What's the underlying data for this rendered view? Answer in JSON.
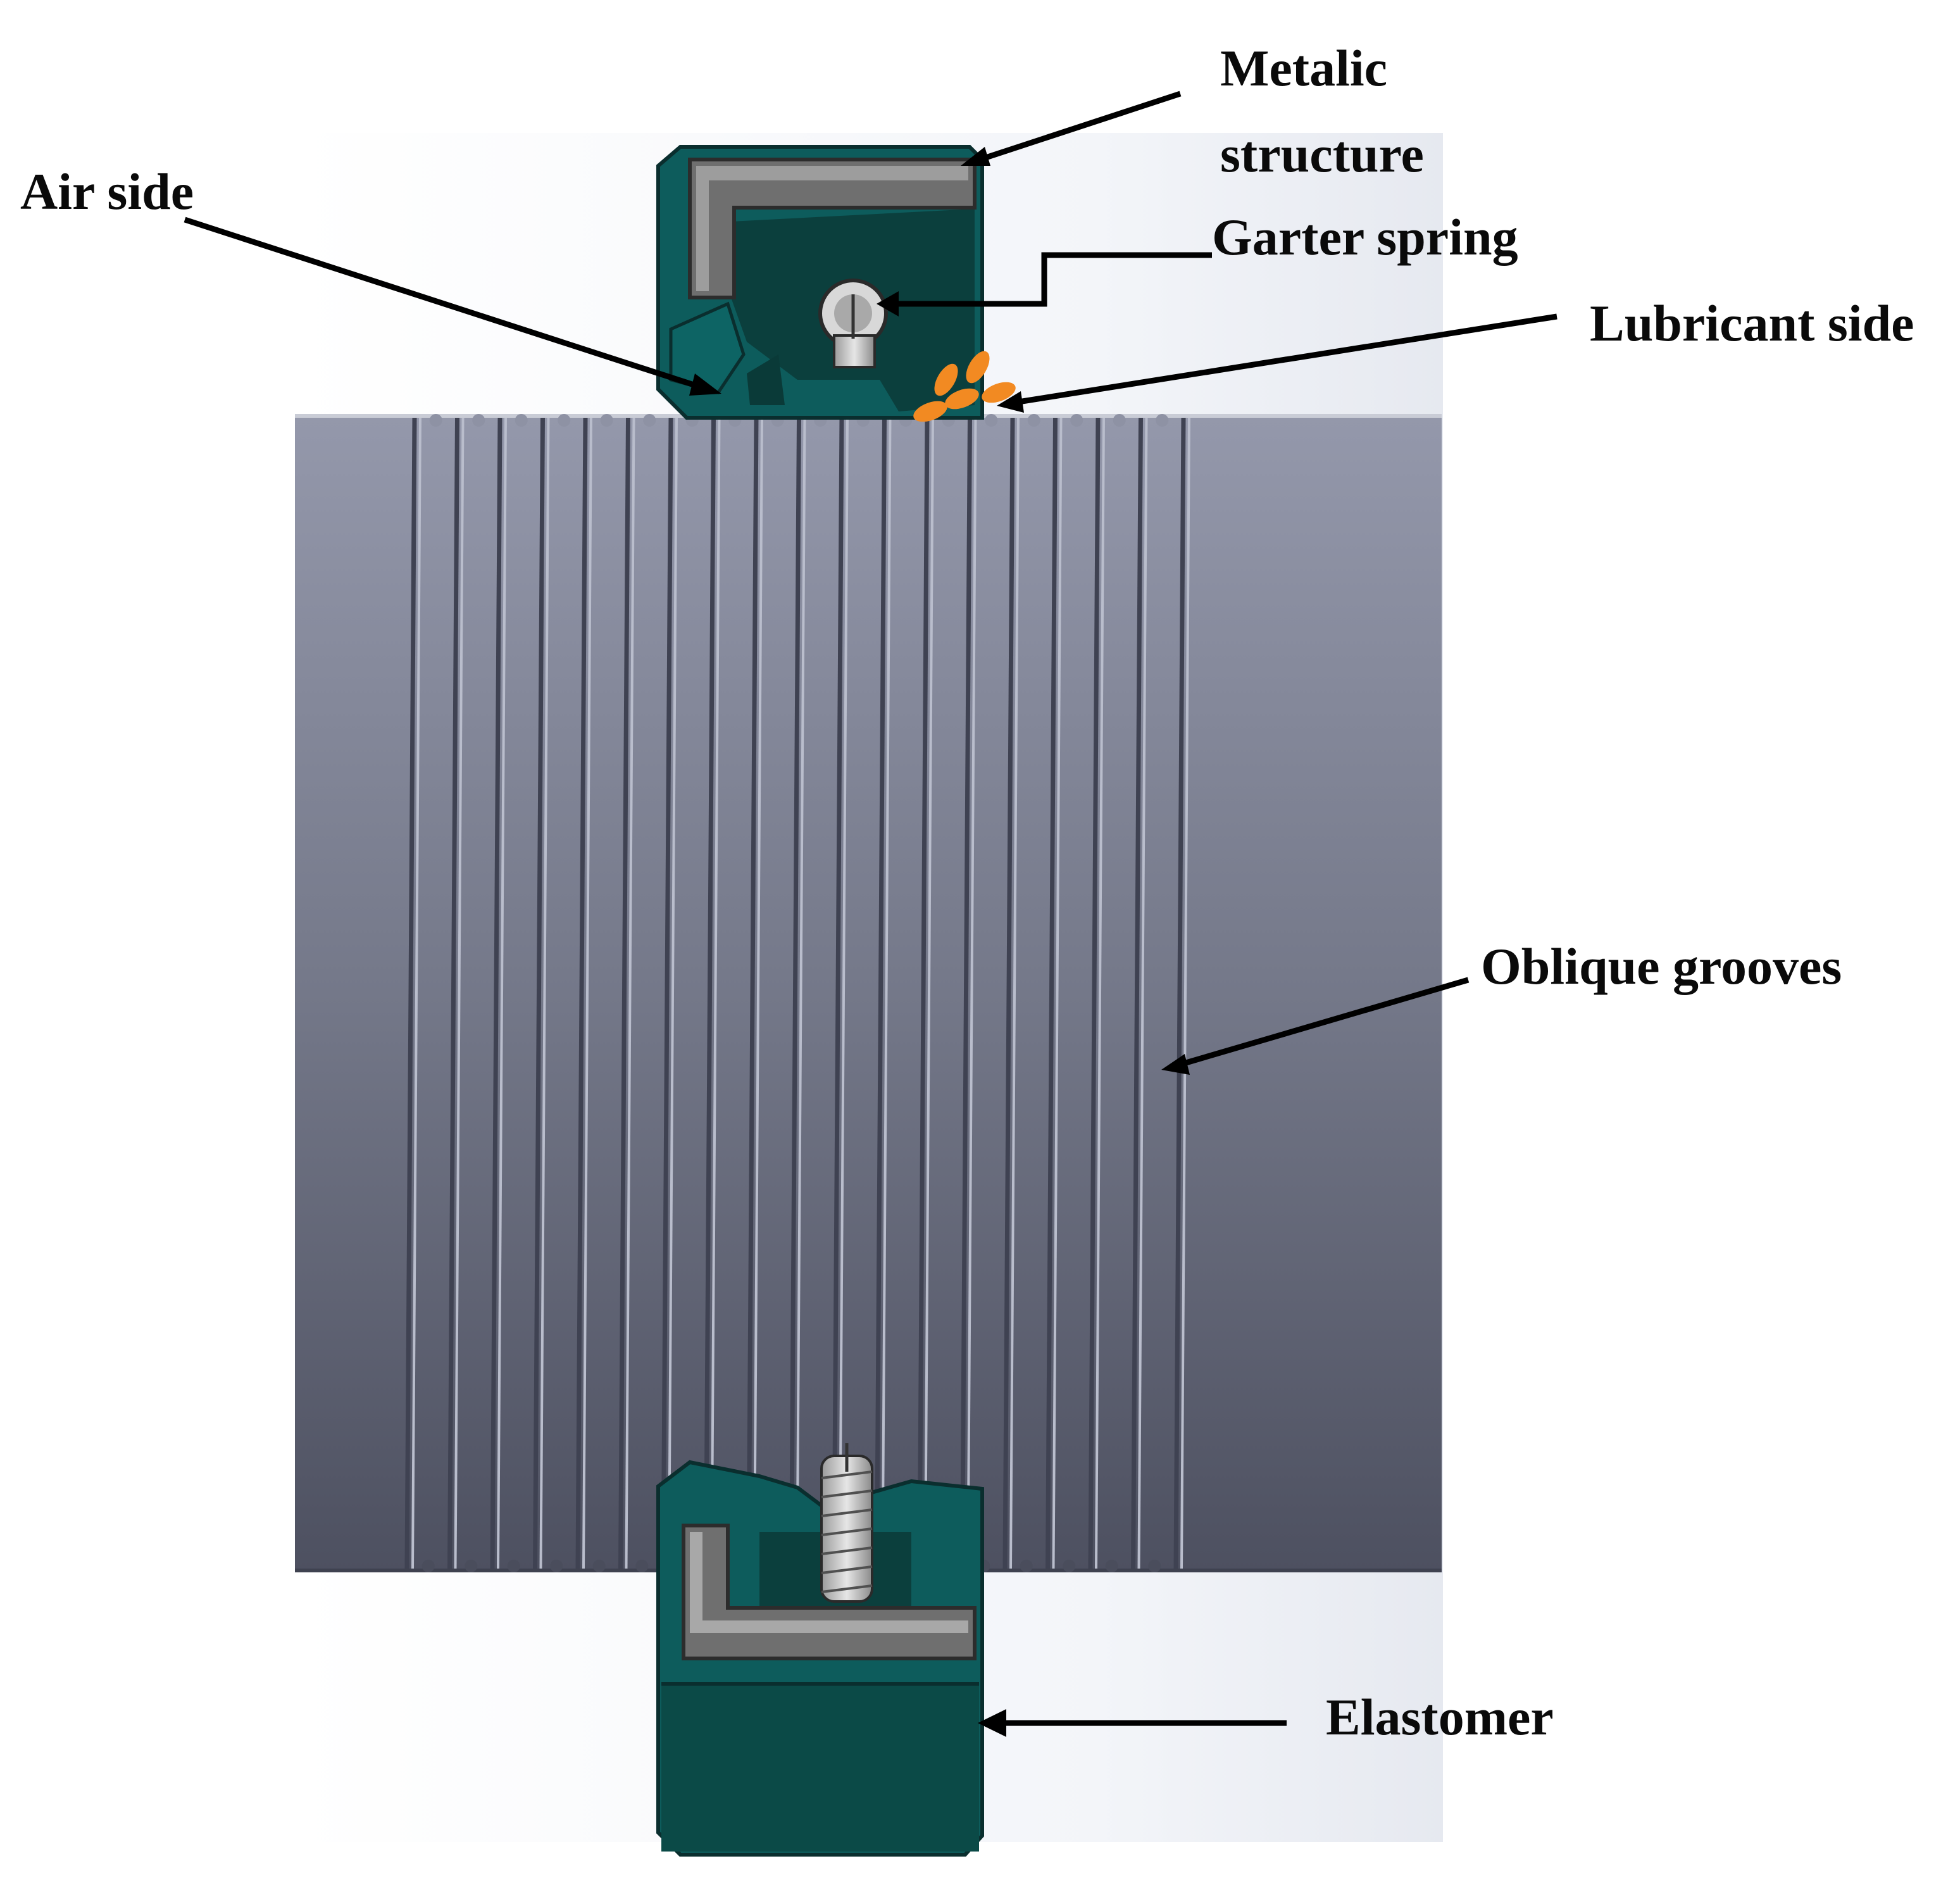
{
  "labels": {
    "metallic_structure": "Metalic\nstructure",
    "air_side": "Air side",
    "garter_spring": "Garter spring",
    "lubricant_side": "Lubricant side",
    "oblique_grooves": "Oblique grooves",
    "elastomer": "Elastomer"
  },
  "colors": {
    "seal_elastomer": "#0d5a5a",
    "seal_elastomer_dark": "#0b3f3d",
    "metal_insert": "#7a7a7a",
    "shaft_light": "#8f93a6",
    "shaft_dark": "#4e5160",
    "lubricant_drops": "#f08a24",
    "leader_line": "#000000"
  },
  "grooves": {
    "count": 19
  }
}
